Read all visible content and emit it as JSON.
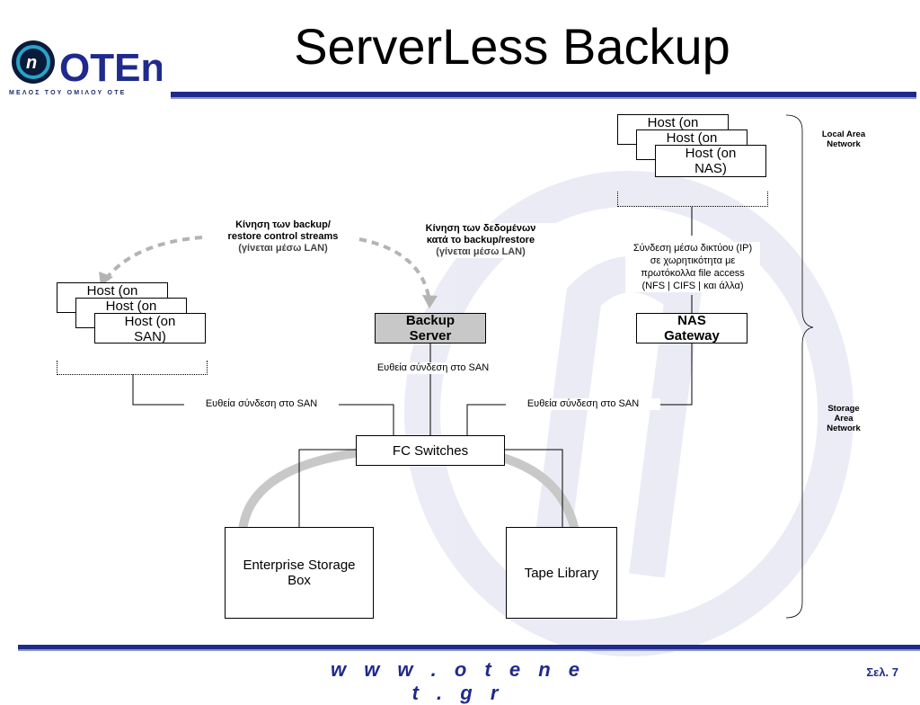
{
  "slide": {
    "title": "ServerLess Backup",
    "logo_text": "OTEnet",
    "logo_tagline": "ΜΕΛΟΣ ΤΟΥ ΟΜΙΛΟΥ ΟΤΕ",
    "footer_url": "w w w . o t e n e t . g r",
    "slide_number": "Σελ. 7"
  },
  "colors": {
    "brand_blue": "#1f2a8c",
    "logo_cyan": "#2aa3c8",
    "backup_server_fill": "#c8c8c8",
    "arrow_gray": "#b4b4b4"
  },
  "diagram": {
    "lan_hosts": [
      "Host (on",
      "Host (on",
      "Host (on NAS)"
    ],
    "san_hosts": [
      "Host (on",
      "Host (on",
      "Host (on SAN)"
    ],
    "backup_server": "Backup Server",
    "nas_gateway": "NAS Gateway",
    "fc_switches": "FC Switches",
    "enterprise_storage": "Enterprise Storage Box",
    "tape_library": "Tape Library",
    "note_control": {
      "line1": "Κίνηση των backup/",
      "line2": "restore control streams",
      "line3": "(γίνεται μέσω LAN)"
    },
    "note_data": {
      "line1": "Κίνηση των δεδομένων",
      "line2": "κατά το backup/restore",
      "line3": "(γίνεται μέσω LAN)"
    },
    "nas_connection": "Σύνδεση μέσω δικτύου (IP) σε χωρητικότητα με πρωτόκολλα file access (NFS | CIFS | και άλλα)",
    "san_link_center": "Ευθεία σύνδεση στο SAN",
    "san_link_left": "Ευθεία σύνδεση στο SAN",
    "san_link_right": "Ευθεία σύνδεση στο SAN",
    "lan_label": "Local Area Network",
    "san_label": "Storage Area Network"
  }
}
